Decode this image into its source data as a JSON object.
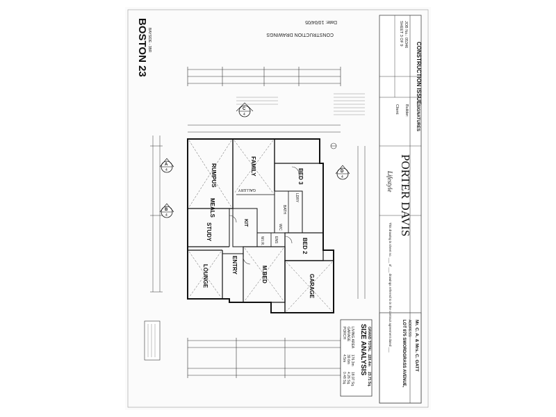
{
  "title_block": {
    "model": "BOSTON 23",
    "facade": "BAYSIDE - 3BR",
    "stamp": "CONSTRUCTION DRAWINGS",
    "date_label": "Date: 10/04/05",
    "issue": "CONSTRUCTION ISSUE",
    "job_no": "JOB No.: 05346",
    "sheet": "SHEET 3 OF 9",
    "signatures": "SIGNATURES",
    "builder": "Builder:",
    "client": "Client:",
    "brand": "PORTER DAVIS",
    "brand_sub": "Lifestyle"
  },
  "client_info": {
    "client": "Mr. C. A. & Mrs. C. GATT",
    "address_label": "ADDRESS:",
    "address": "LOT 875 SWORDGRASS AVENUE,"
  },
  "notes": {
    "sheet_note": "This drawing is sheet no. ___ of ___ drawings referred to in the contract agreement dated ___"
  },
  "size_analysis": {
    "title": "SIZE ANALYSIS",
    "rows": [
      {
        "label": "LIVING AREA",
        "sqm": "176.3m",
        "sq": "18.97 Sq."
      },
      {
        "label": "GARAGE",
        "sqm": "39.6m",
        "sq": "4.26 Sq."
      },
      {
        "label": "PORCH",
        "sqm": "4.5m",
        "sq": "0.48 Sq."
      },
      {
        "label": "GRAND TOTAL",
        "sqm": "220.4m",
        "sq": "23.71 Sq."
      }
    ]
  },
  "rooms": {
    "rumpus": "RUMPUS",
    "family": "FAMILY",
    "bed3": "BED 3",
    "meals": "MEALS",
    "kit": "KIT",
    "study": "STUDY",
    "bed2": "BED 2",
    "lounge": "LOUNGE",
    "entry": "ENTRY",
    "mbed": "M.BED",
    "garage": "GARAGE",
    "gallery": "GALLERY",
    "bath": "BATH",
    "lndry": "LDRY",
    "wc": "W/C",
    "wir": "W.I.R.",
    "ens": "ENS"
  },
  "section_markers": [
    "A",
    "B",
    "C",
    "D"
  ],
  "marker_sub": "4"
}
